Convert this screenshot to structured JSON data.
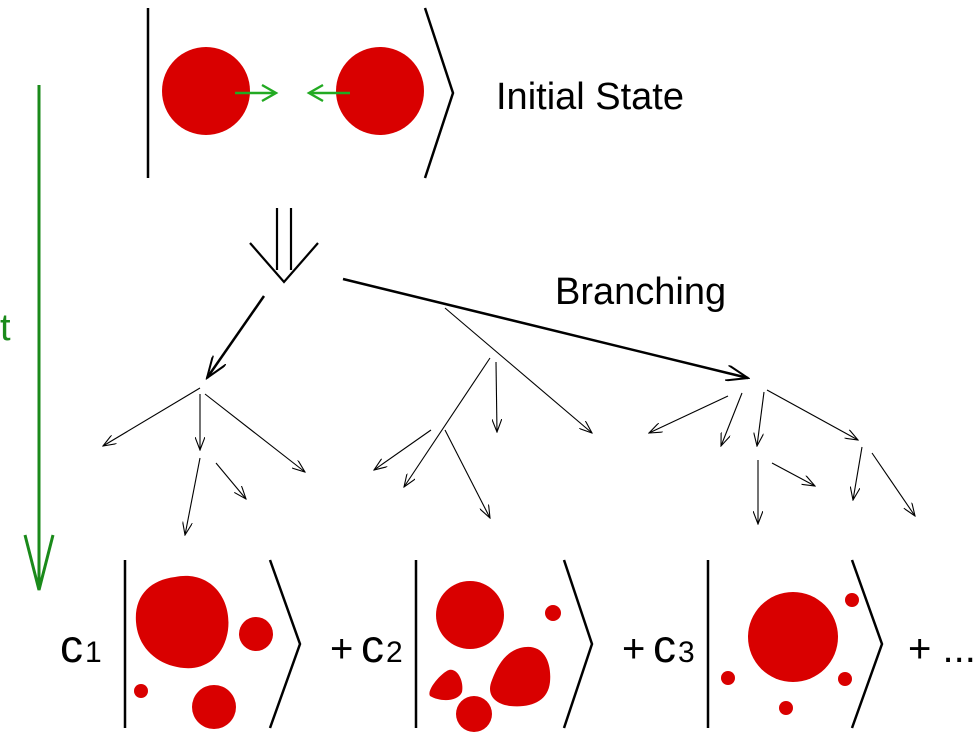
{
  "labels": {
    "initial_state": "Initial State",
    "branching": "Branching",
    "time_axis": "t",
    "coef_base": "c",
    "coef_1_sub": "1",
    "coef_2_sub": "2",
    "coef_3_sub": "3",
    "plus": "+",
    "ellipsis": "+ ..."
  },
  "colors": {
    "blob": "#d90000",
    "time_arrow": "#1a8a1a",
    "collision_arrows": "#22aa22",
    "ink": "#000000"
  }
}
